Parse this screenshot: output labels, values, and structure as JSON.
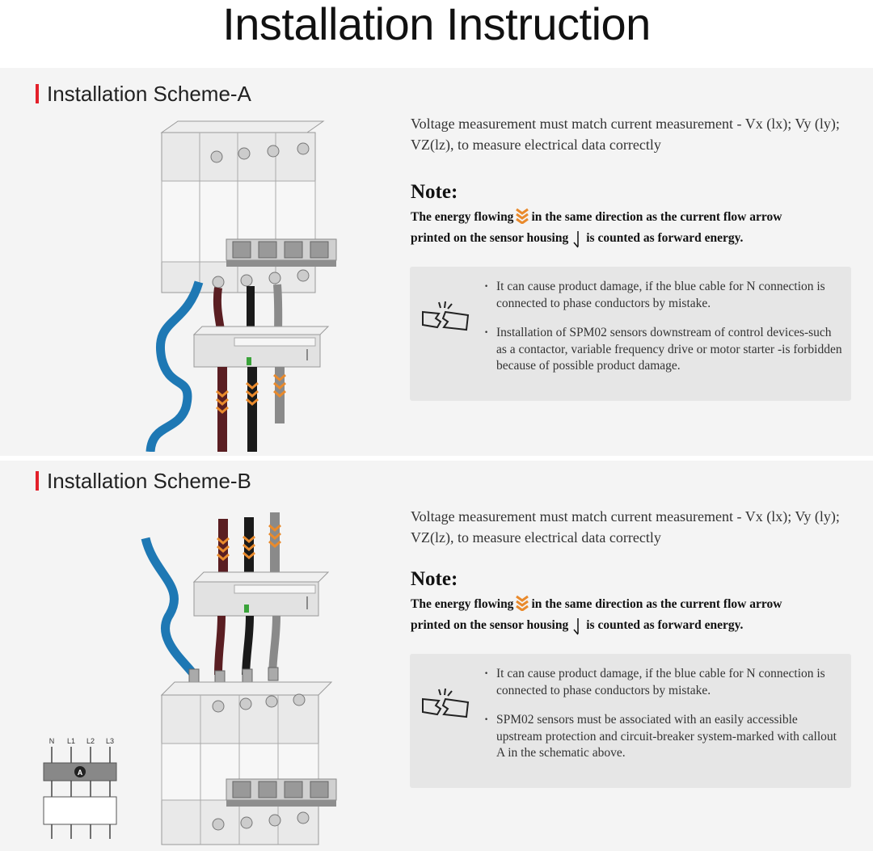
{
  "title": "Installation Instruction",
  "schemes": [
    {
      "heading": "Installation Scheme-A",
      "description": "Voltage measurement must match current measurement - Vx (lx); Vy (ly); VZ(lz), to measure electrical data correctly",
      "note_title": "Note:",
      "note_line1_a": "The energy flowing",
      "note_line1_b": "in the same direction as the current flow arrow",
      "note_line2_a": "printed on the sensor housing",
      "note_line2_b": "is counted as forward energy.",
      "warnings": [
        "It can cause product damage, if the blue cable for N connection is connected to phase conductors by mistake.",
        "Installation of SPM02 sensors downstream of control devices-such as a contactor, variable frequency drive or motor starter -is forbidden because of possible product damage."
      ]
    },
    {
      "heading": "Installation Scheme-B",
      "description": "Voltage measurement must match current measurement - Vx (lx); Vy (ly); VZ(lz), to measure electrical data correctly",
      "note_title": "Note:",
      "note_line1_a": "The energy flowing",
      "note_line1_b": "in the same direction as the current flow arrow",
      "note_line2_a": "printed on the sensor housing",
      "note_line2_b": "is counted as forward energy.",
      "warnings": [
        "It can cause product damage, if the blue cable for N connection is connected to phase conductors by mistake.",
        "SPM02 sensors must be associated with an easily accessible upstream protection and circuit-breaker system-marked with callout A in the schematic above."
      ]
    }
  ],
  "schematic": {
    "labels": [
      "N",
      "L1",
      "L2",
      "L3"
    ],
    "callout": "A"
  },
  "colors": {
    "accent_red": "#e3202a",
    "flow_orange": "#e98a2c",
    "cable_blue": "#1e78b4",
    "cable_brown": "#5a1e22",
    "cable_black": "#1a1a1a",
    "cable_grey": "#8a8a8a"
  }
}
